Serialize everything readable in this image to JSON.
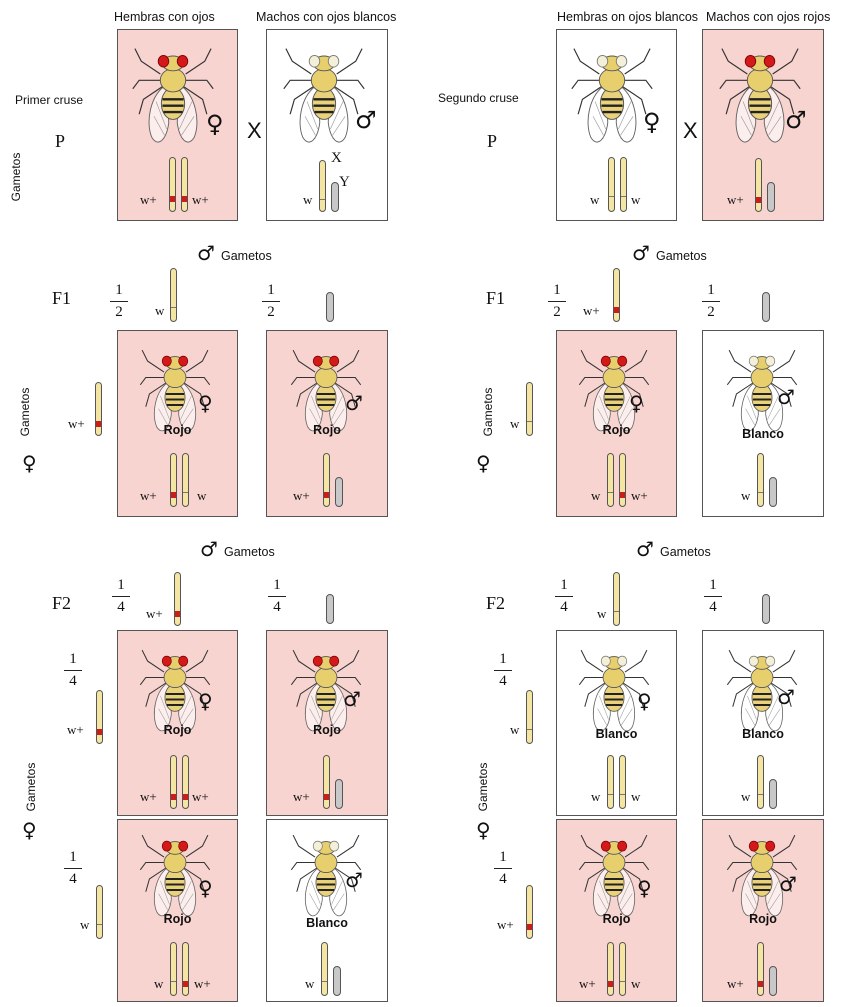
{
  "headers": {
    "left_female": "Hembras con ojos",
    "left_male": "Machos con ojos blancos",
    "right_female": "Hembras on ojos blancos",
    "right_male": "Machos con ojos rojos"
  },
  "crosses": {
    "first": "Primer cruse",
    "second": "Segundo cruse"
  },
  "generations": {
    "p": "P",
    "f1": "F1",
    "f2": "F2"
  },
  "gametes_label": "Gametos",
  "male_gametes_label": "Gametos",
  "cross_symbol": "X",
  "chromosome_labels": {
    "x": "X",
    "y": "Y"
  },
  "alleles": {
    "red": "w+",
    "white": "w"
  },
  "fractions": {
    "half_num": "1",
    "half_den": "2",
    "quarter_num": "1",
    "quarter_den": "4"
  },
  "phenotypes": {
    "red": "Rojo",
    "white": "Blanco"
  },
  "symbols": {
    "female": "♀",
    "male": "♂"
  },
  "colors": {
    "red_box": "#f7d4d0",
    "chromosome_x": "#f4e6a2",
    "chromosome_y": "#c8c8c8",
    "allele_red": "#c81e1e"
  }
}
